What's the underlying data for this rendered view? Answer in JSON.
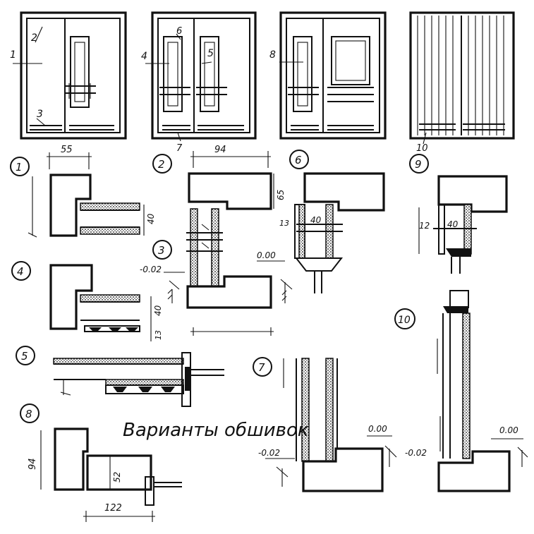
{
  "title": "Варианты обшивок",
  "elevation_labels": [
    "1",
    "2",
    "3",
    "4",
    "5",
    "6",
    "7",
    "8",
    "10"
  ],
  "section_numbers": [
    "1",
    "2",
    "3",
    "4",
    "5",
    "6",
    "7",
    "8",
    "9",
    "10"
  ],
  "dimensions": {
    "d55": "55",
    "d94_top": "94",
    "d65": "65",
    "d40_s1": "40",
    "d40_s4": "40",
    "d13_s4": "13",
    "d13_s6": "13",
    "d40_s6": "40",
    "d12_s9": "12",
    "d40_s9": "40",
    "d94_s8": "94",
    "d52": "52",
    "d122": "122"
  },
  "levels": {
    "zero_center": "0.00",
    "minus_left": "-0.02",
    "zero_s7": "0.00",
    "minus_s7": "-0.02",
    "minus_s7b": "-0.02",
    "zero_s10": "0.00"
  }
}
